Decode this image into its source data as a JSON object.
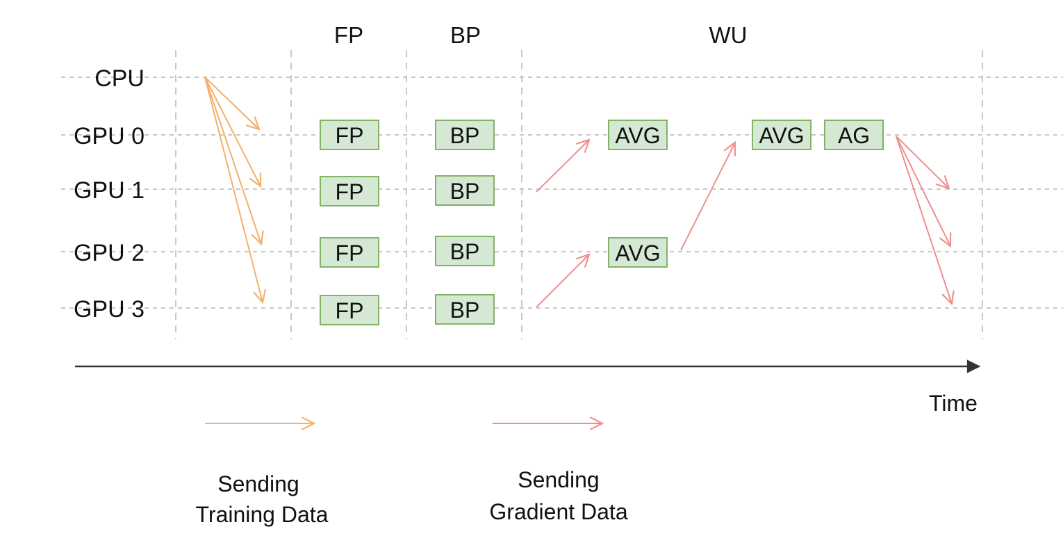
{
  "phases": {
    "fp": "FP",
    "bp": "BP",
    "wu": "WU"
  },
  "rows": {
    "cpu": "CPU",
    "gpu0": "GPU 0",
    "gpu1": "GPU 1",
    "gpu2": "GPU 2",
    "gpu3": "GPU 3"
  },
  "ops": {
    "fp0": "FP",
    "fp1": "FP",
    "fp2": "FP",
    "fp3": "FP",
    "bp0": "BP",
    "bp1": "BP",
    "bp2": "BP",
    "bp3": "BP",
    "avg_gpu0": "AVG",
    "avg_gpu2": "AVG",
    "avg_final": "AVG",
    "ag": "AG"
  },
  "axis": {
    "label": "Time"
  },
  "legend": {
    "training_line1": "Sending",
    "training_line2": "Training Data",
    "gradient_line1": "Sending",
    "gradient_line2": "Gradient Data"
  },
  "colors": {
    "training_arrow": "#f5b06a",
    "gradient_arrow": "#f08f8f",
    "op_fill": "#d5e8d4",
    "op_stroke": "#82b366",
    "grid": "#c8c8c8",
    "axis": "#333333"
  }
}
